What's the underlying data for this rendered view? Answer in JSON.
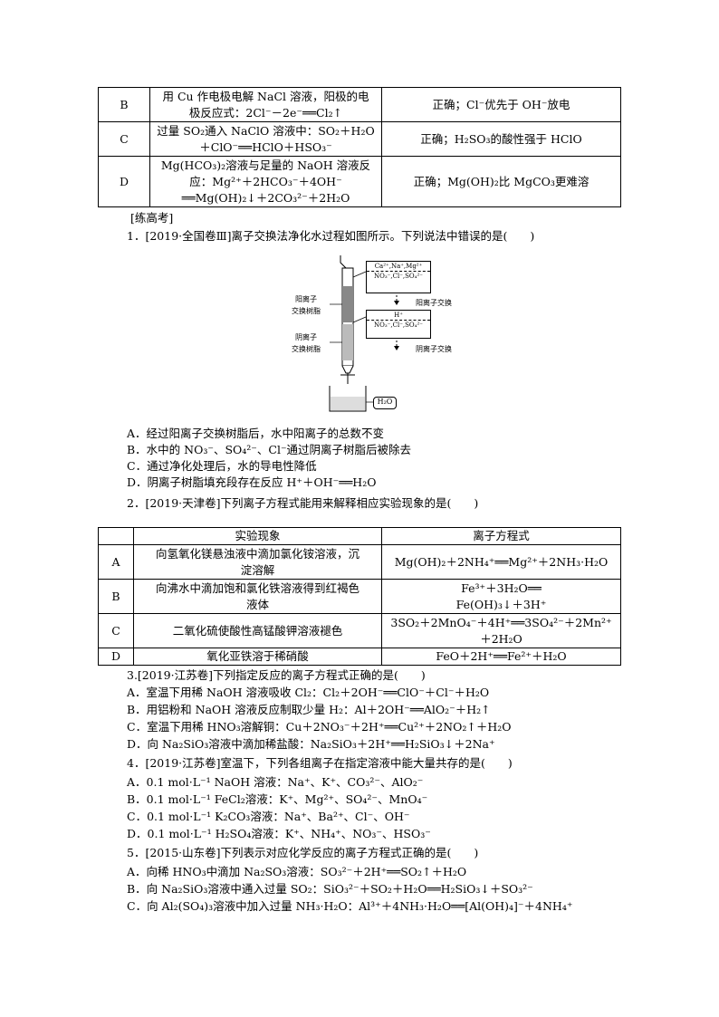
{
  "table1": {
    "rows": [
      {
        "label": "B",
        "c1": [
          "用 Cu 作电极电解 NaCl 溶液，阳极的电",
          "极反应式：2Cl⁻－2e⁻══Cl₂↑"
        ],
        "c2": "正确；Cl⁻优先于 OH⁻放电"
      },
      {
        "label": "C",
        "c1": [
          "过量 SO₂通入 NaClO 溶液中：SO₂＋H₂O",
          "＋ClO⁻══HClO＋HSO₃⁻"
        ],
        "c2": "正确；H₂SO₃的酸性强于 HClO"
      },
      {
        "label": "D",
        "c1": [
          "Mg(HCO₃)₂溶液与足量的 NaOH 溶液反",
          "应：Mg²⁺＋2HCO₃⁻＋4OH⁻",
          "══Mg(OH)₂↓＋2CO₃²⁻＋2H₂O"
        ],
        "c2": "正确；Mg(OH)₂比 MgCO₃更难溶"
      }
    ]
  },
  "section_title": "[练高考]",
  "q1": {
    "stem": "1．[2019·全国卷Ⅲ]离子交换法净化水过程如图所示。下列说法中错误的是(　　)",
    "figure": {
      "box1_top": "Ca²⁺,Na⁺,Mg²⁺",
      "box1_bottom": "NO₃⁻,Cl⁻,SO₄²⁻",
      "arrow1": "阳离子交换",
      "box2_top": "H⁺",
      "box2_bottom": "NO₃⁻,Cl⁻,SO₄²⁻",
      "arrow2": "阴离子交换",
      "label_cation": [
        "阳离子",
        "交换树脂"
      ],
      "label_anion": [
        "阴离子",
        "交换树脂"
      ],
      "water": "H₂O"
    },
    "options": [
      "A．经过阳离子交换树脂后，水中阳离子的总数不变",
      "B．水中的 NO₃⁻、SO₄²⁻、Cl⁻通过阴离子树脂后被除去",
      "C．通过净化处理后，水的导电性降低",
      "D．阴离子树脂填充段存在反应 H⁺＋OH⁻══H₂O"
    ]
  },
  "q2": {
    "stem": "2．[2019·天津卷]下列离子方程式能用来解释相应实验现象的是(　　)",
    "table": {
      "headers": [
        "实验现象",
        "离子方程式"
      ],
      "rows": [
        {
          "label": "A",
          "c1": [
            "向氢氧化镁悬浊液中滴加氯化铵溶液，沉",
            "淀溶解"
          ],
          "c2": [
            "Mg(OH)₂＋2NH₄⁺══Mg²⁺＋2NH₃·H₂O"
          ]
        },
        {
          "label": "B",
          "c1": [
            "向沸水中滴加饱和氯化铁溶液得到红褐色",
            "液体"
          ],
          "c2": [
            "Fe³⁺＋3H₂O══",
            "Fe(OH)₃↓＋3H⁺"
          ]
        },
        {
          "label": "C",
          "c1": [
            "二氧化硫使酸性高锰酸钾溶液褪色"
          ],
          "c2": [
            "3SO₂＋2MnO₄⁻＋4H⁺══3SO₄²⁻＋2Mn²⁺",
            "＋2H₂O"
          ]
        },
        {
          "label": "D",
          "c1": [
            "氧化亚铁溶于稀硝酸"
          ],
          "c2": [
            "FeO＋2H⁺══Fe²⁺＋H₂O"
          ]
        }
      ]
    }
  },
  "q3": {
    "stem": "3.[2019·江苏卷]下列指定反应的离子方程式正确的是(　　)",
    "options": [
      "A．室温下用稀 NaOH 溶液吸收 Cl₂：Cl₂＋2OH⁻══ClO⁻＋Cl⁻＋H₂O",
      "B．用铝粉和 NaOH 溶液反应制取少量 H₂：Al＋2OH⁻══AlO₂⁻＋H₂↑",
      "C．室温下用稀 HNO₃溶解铜：Cu＋2NO₃⁻＋2H⁺══Cu²⁺＋2NO₂↑＋H₂O",
      "D．向 Na₂SiO₃溶液中滴加稀盐酸：Na₂SiO₃＋2H⁺══H₂SiO₃↓＋2Na⁺"
    ]
  },
  "q4": {
    "stem": "4．[2019·江苏卷]室温下，下列各组离子在指定溶液中能大量共存的是(　　)",
    "options": [
      "A．0.1 mol·L⁻¹ NaOH 溶液：Na⁺、K⁺、CO₃²⁻、AlO₂⁻",
      "B．0.1 mol·L⁻¹ FeCl₂溶液：K⁺、Mg²⁺、SO₄²⁻、MnO₄⁻",
      "C．0.1 mol·L⁻¹ K₂CO₃溶液：Na⁺、Ba²⁺、Cl⁻、OH⁻",
      "D．0.1 mol·L⁻¹ H₂SO₄溶液：K⁺、NH₄⁺、NO₃⁻、HSO₃⁻"
    ]
  },
  "q5": {
    "stem": "5．[2015·山东卷]下列表示对应化学反应的离子方程式正确的是(　　)",
    "options": [
      "A．向稀 HNO₃中滴加 Na₂SO₃溶液：SO₃²⁻＋2H⁺══SO₂↑＋H₂O",
      "B．向 Na₂SiO₃溶液中通入过量 SO₂：SiO₃²⁻＋SO₂＋H₂O══H₂SiO₃↓＋SO₃²⁻",
      "C．向 Al₂(SO₄)₃溶液中加入过量 NH₃·H₂O：Al³⁺＋4NH₃·H₂O══[Al(OH)₄]⁻＋4NH₄⁺"
    ]
  }
}
